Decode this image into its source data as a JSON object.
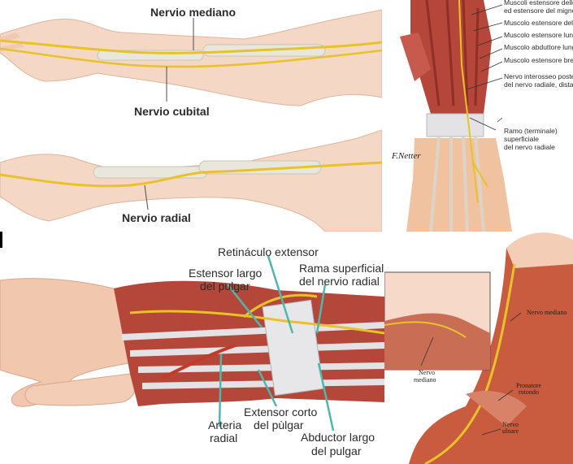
{
  "panel_tl": {
    "label_median": "Nervio mediano",
    "label_ulnar": "Nervio cubital",
    "label_radial": "Nervio radial"
  },
  "panel_tr": {
    "labels": [
      "Muscoli estensore delle d",
      "ed estensore del mignolo",
      "Muscolo estensore dell'i",
      "Muscolo estensore lungo",
      "Muscolo abduttore lungo",
      "Muscolo estensore breve",
      "Nervo interosseo posteri",
      "del nervo radiale, distale",
      "Ramo (terminale)",
      "superficiale",
      "del nervo radiale"
    ],
    "signature": "F.Netter"
  },
  "panel_bl": {
    "label_retinaculum": "Retináculo extensor",
    "label_epl_1": "Estensor largo",
    "label_epl_2": "del pulgar",
    "label_sbrn_1": "Rama superficial",
    "label_sbrn_2": "del nervio radial",
    "label_artery_1": "Arteria",
    "label_artery_2": "radial",
    "label_epb_1": "Extensor corto",
    "label_epb_2": "del pùlgar",
    "label_apl_1": "Abductor largo",
    "label_apl_2": "del pulgar"
  },
  "panel_br": {
    "label_median_1": "Nervo mediano",
    "label_inset_1": "Nervo",
    "label_inset_2": "mediano",
    "label_pronator_1": "Pronatore",
    "label_pronator_2": "rotondo",
    "label_ulnar_1": "Nervo",
    "label_ulnar_2": "ulnare"
  },
  "colors": {
    "skin": "#f4d7c4",
    "bone": "#e9e6dc",
    "nerve": "#e8c22a",
    "muscle": "#b5463a",
    "tendon": "#e3e3e6",
    "label_line": "#4c4c4c"
  }
}
